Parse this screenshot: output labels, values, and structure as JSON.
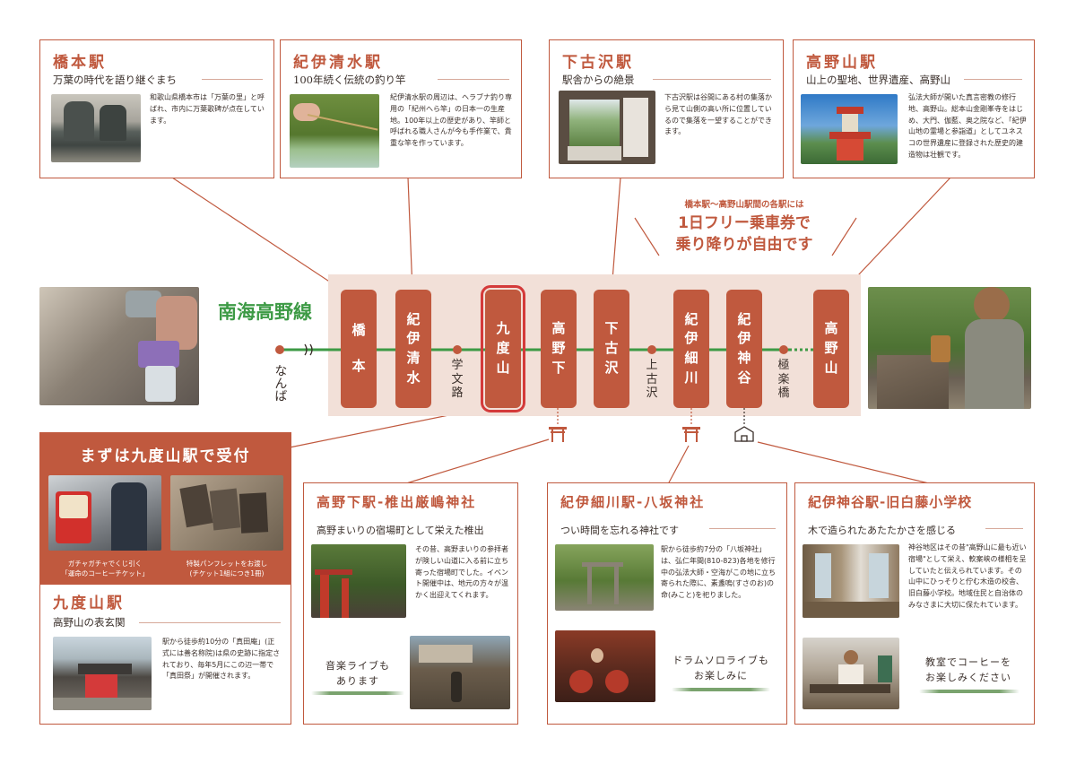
{
  "line_name": "南海高野線",
  "free_pass": {
    "small": "橋本駅〜高野山駅間の各駅には",
    "line1": "1日フリー乗車券で",
    "line2": "乗り降りが自由です"
  },
  "route": {
    "start": "なんば",
    "stations": [
      {
        "chars": [
          "橋",
          "本"
        ]
      },
      {
        "chars": [
          "紀",
          "伊",
          "清",
          "水"
        ]
      },
      {
        "chars": [
          "九",
          "度",
          "山"
        ]
      },
      {
        "chars": [
          "高",
          "野",
          "下"
        ]
      },
      {
        "chars": [
          "下",
          "古",
          "沢"
        ]
      },
      {
        "chars": [
          "紀",
          "伊",
          "細",
          "川"
        ]
      },
      {
        "chars": [
          "紀",
          "伊",
          "神",
          "谷"
        ]
      },
      {
        "chars": [
          "高",
          "野",
          "山"
        ]
      }
    ],
    "minor_stations": [
      {
        "chars": [
          "学",
          "文",
          "路"
        ]
      },
      {
        "chars": [
          "上",
          "古",
          "沢"
        ]
      },
      {
        "chars": [
          "極",
          "楽",
          "橋"
        ]
      }
    ]
  },
  "top_cards": [
    {
      "title": "橋本駅",
      "subtitle": "万葉の時代を語り継ぐまち",
      "body": "和歌山県橋本市は「万葉の里」と呼ばれ、市内に万葉歌碑が点在しています。"
    },
    {
      "title": "紀伊清水駅",
      "subtitle": "100年続く伝統の釣り竿",
      "body": "紀伊清水駅の周辺は、ヘラブナ釣り専用の「紀州へら竿」の日本一の生産地。100年以上の歴史があり、竿師と呼ばれる職人さんが今も手作業で、貴重な竿を作っています。"
    },
    {
      "title": "下古沢駅",
      "subtitle": "駅舎からの絶景",
      "body": "下古沢駅は谷間にある村の集落から見て山側の高い所に位置しているので集落を一望することができます。"
    },
    {
      "title": "高野山駅",
      "subtitle": "山上の聖地、世界遺産、高野山",
      "body": "弘法大師が開いた真言密教の修行地、高野山。総本山金剛峯寺をはじめ、大門、伽藍、奥之院など、「紀伊山地の霊場と参詣道」としてユネスコの世界遺産に登録された歴史的建造物は壮観です。"
    }
  ],
  "lobby": {
    "title": "まずは九度山駅で受付",
    "caption_left_1": "ガチャガチャでくじ引く",
    "caption_left_2": "「運命のコーヒーチケット」",
    "caption_right_1": "特製パンフレットをお渡し",
    "caption_right_2": "(チケット1組につき1冊)"
  },
  "kudoyama": {
    "title": "九度山駅",
    "subtitle": "高野山の表玄関",
    "body": "駅から徒歩約10分の「真田庵」(正式には善名称院)は県の史跡に指定されており、毎年5月にこの辺一帯で「真田祭」が開催されます。"
  },
  "bottom_cards": [
    {
      "title": "高野下駅-椎出厳嶋神社",
      "subtitle": "高野まいりの宿場町として栄えた椎出",
      "body": "その昔、高野まいりの参拝者が険しい山道に入る前に立ち寄った宿場町でした。イベント開催中は、地元の方々が温かく出迎えてくれます。",
      "event": [
        "音楽ライブも",
        "あります"
      ]
    },
    {
      "title": "紀伊細川駅-八坂神社",
      "subtitle": "つい時間を忘れる神社です",
      "body": "駅から徒歩約7分の「八坂神社」は、弘仁年間(810-823)各地を修行中の弘法大師・空海がこの地に立ち寄られた際に、素盞嗚(すさのお)の命(みこと)を祀りました。",
      "event": [
        "ドラムソロライブも",
        "お楽しみに"
      ]
    },
    {
      "title": "紀伊神谷駅-旧白藤小学校",
      "subtitle": "木で造られたあたたかさを感じる",
      "body": "神谷地区はその昔\"高野山に最も近い宿場\"として栄え、軟案峡の様相を呈していたと伝えられています。その山中にひっそりと佇む木造の校舎、旧白藤小学校。地域住民と自治体のみなさまに大切に保たれています。",
      "event": [
        "教室でコーヒーを",
        "お楽しみください"
      ]
    }
  ],
  "colors": {
    "accent": "#c0593e",
    "line_green": "#3d9a45",
    "band": "#f2e0d8",
    "highlight": "#d43a3a"
  }
}
